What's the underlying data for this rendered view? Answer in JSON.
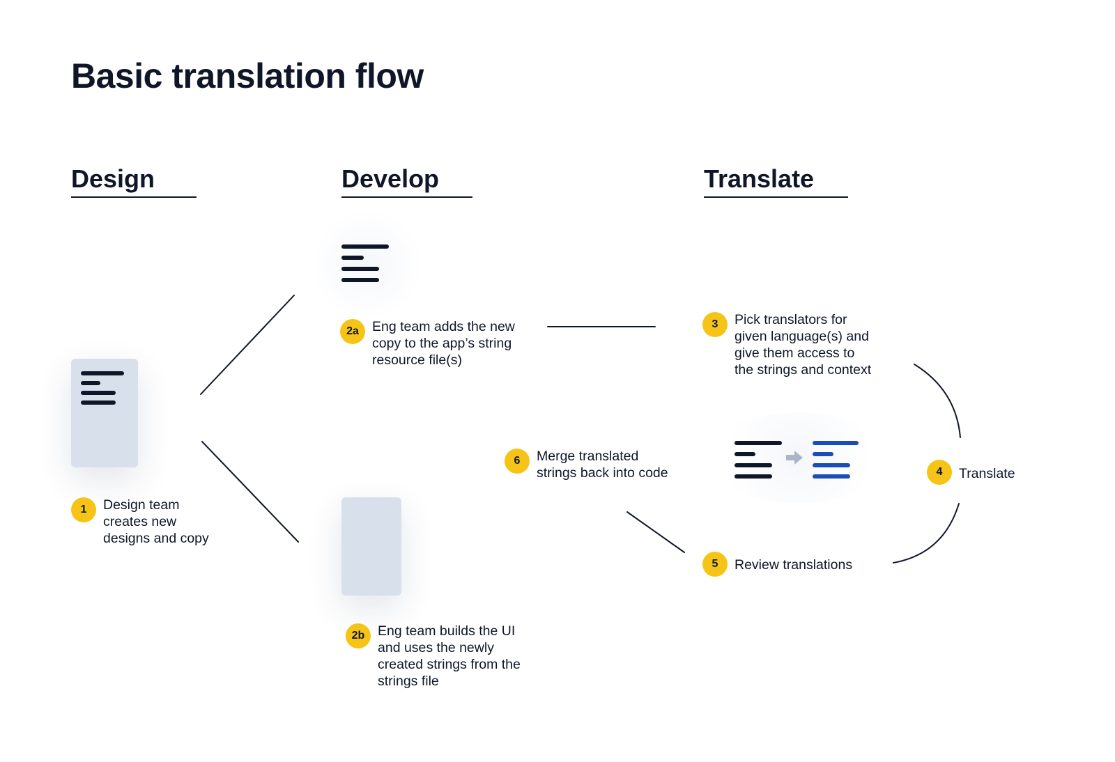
{
  "title": "Basic translation flow",
  "columns": [
    "Design",
    "Develop",
    "Translate"
  ],
  "steps": {
    "s1": {
      "badge": "1",
      "text": "Design team\ncreates new\ndesigns and copy"
    },
    "s2a": {
      "badge": "2a",
      "text": "Eng team adds the new\ncopy to the app’s string\nresource file(s)"
    },
    "s2b": {
      "badge": "2b",
      "text": "Eng team builds the UI\nand uses the newly\ncreated strings from the\nstrings file"
    },
    "s3": {
      "badge": "3",
      "text": "Pick translators for\ngiven language(s) and\ngive them access to\nthe strings and context"
    },
    "s4": {
      "badge": "4",
      "text": "Translate"
    },
    "s5": {
      "badge": "5",
      "text": "Review translations"
    },
    "s6": {
      "badge": "6",
      "text": "Merge translated\nstrings back into code"
    }
  },
  "icons": {
    "design_doc": "document-icon",
    "string_file": "text-lines-icon",
    "ui_screen": "screen-placeholder-icon",
    "translate_source": "text-lines-icon",
    "translate_arrow": "arrow-right-icon",
    "translate_target": "translated-text-lines-icon"
  },
  "colors": {
    "ink": "#0e1628",
    "badge": "#f6c417",
    "doc": "#d8e0ec",
    "translated": "#1b4db7",
    "arrow": "#a9b6c8"
  }
}
